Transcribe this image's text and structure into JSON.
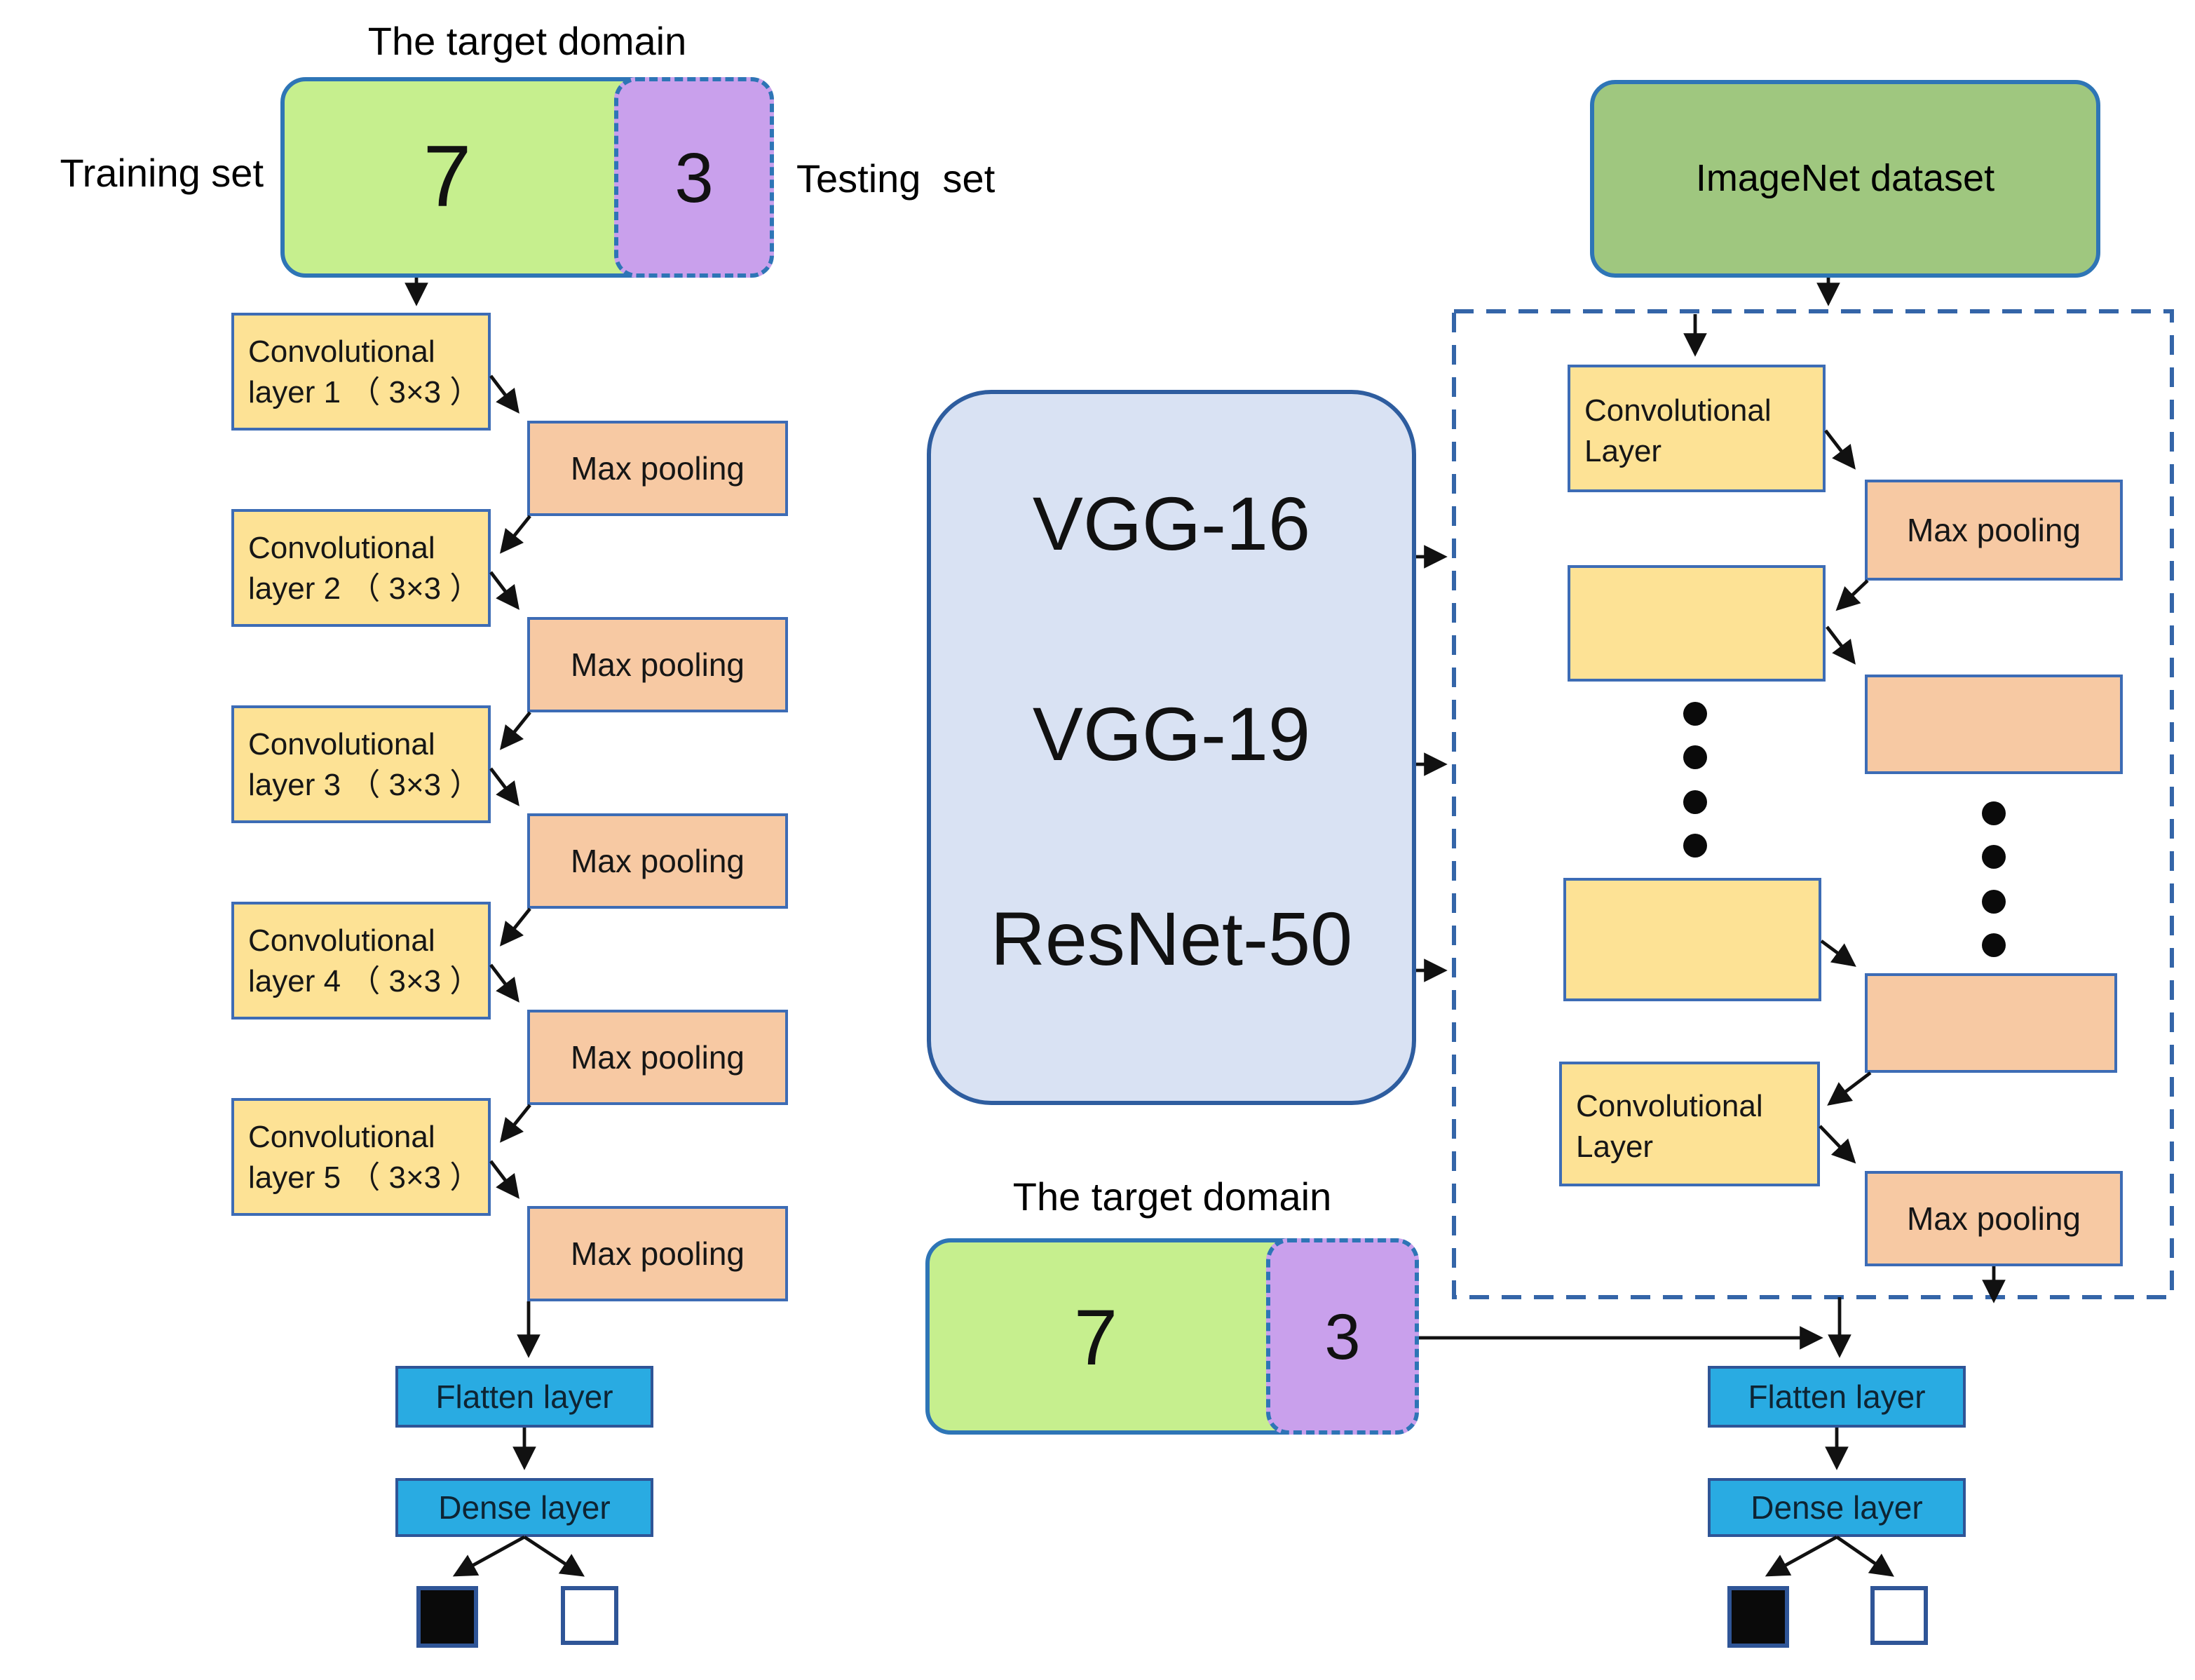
{
  "colors": {
    "yellow": "#FDE295",
    "orange": "#F7C9A3",
    "cyan": "#29ABE2",
    "green-train": "#C6EF8E",
    "purple-test": "#C9A0EC",
    "green-dataset": "#9FC77F",
    "vgg-fill": "#D9E2F3",
    "border-blue": "#3D6CB5",
    "border-strong": "#2E75B6",
    "dashed-blue": "#3465A8",
    "arrow": "#111111"
  },
  "top_left_domain": {
    "title": "The target domain",
    "training_label": "Training set",
    "testing_label": "Testing  set",
    "training_value": "7",
    "testing_value": "3"
  },
  "left_network": {
    "conv_layers": [
      {
        "line1": "Convolutional",
        "line2": "layer 1 （ 3×3 ）"
      },
      {
        "line1": "Convolutional",
        "line2": "layer 2 （ 3×3 ）"
      },
      {
        "line1": "Convolutional",
        "line2": "layer 3 （ 3×3 ）"
      },
      {
        "line1": "Convolutional",
        "line2": "layer 4 （ 3×3 ）"
      },
      {
        "line1": "Convolutional",
        "line2": "layer 5 （ 3×3 ）"
      }
    ],
    "pool_labels": [
      "Max pooling",
      "Max pooling",
      "Max pooling",
      "Max pooling",
      "Max pooling"
    ],
    "flatten_label": "Flatten layer",
    "dense_label": "Dense layer"
  },
  "pretrained_models": {
    "models": [
      "VGG-16",
      "VGG-19",
      "ResNet-50"
    ]
  },
  "bottom_domain": {
    "title": "The target domain",
    "training_value": "7",
    "testing_value": "3"
  },
  "right_network": {
    "dataset_label": "ImageNet dataset",
    "conv_layer_top": {
      "line1": "Convolutional",
      "line2": "Layer"
    },
    "pool_label_top": "Max pooling",
    "conv_layer_bottom": {
      "line1": "Convolutional",
      "line2": "Layer"
    },
    "pool_label_bottom": "Max pooling",
    "flatten_label": "Flatten layer",
    "dense_label": "Dense layer"
  }
}
